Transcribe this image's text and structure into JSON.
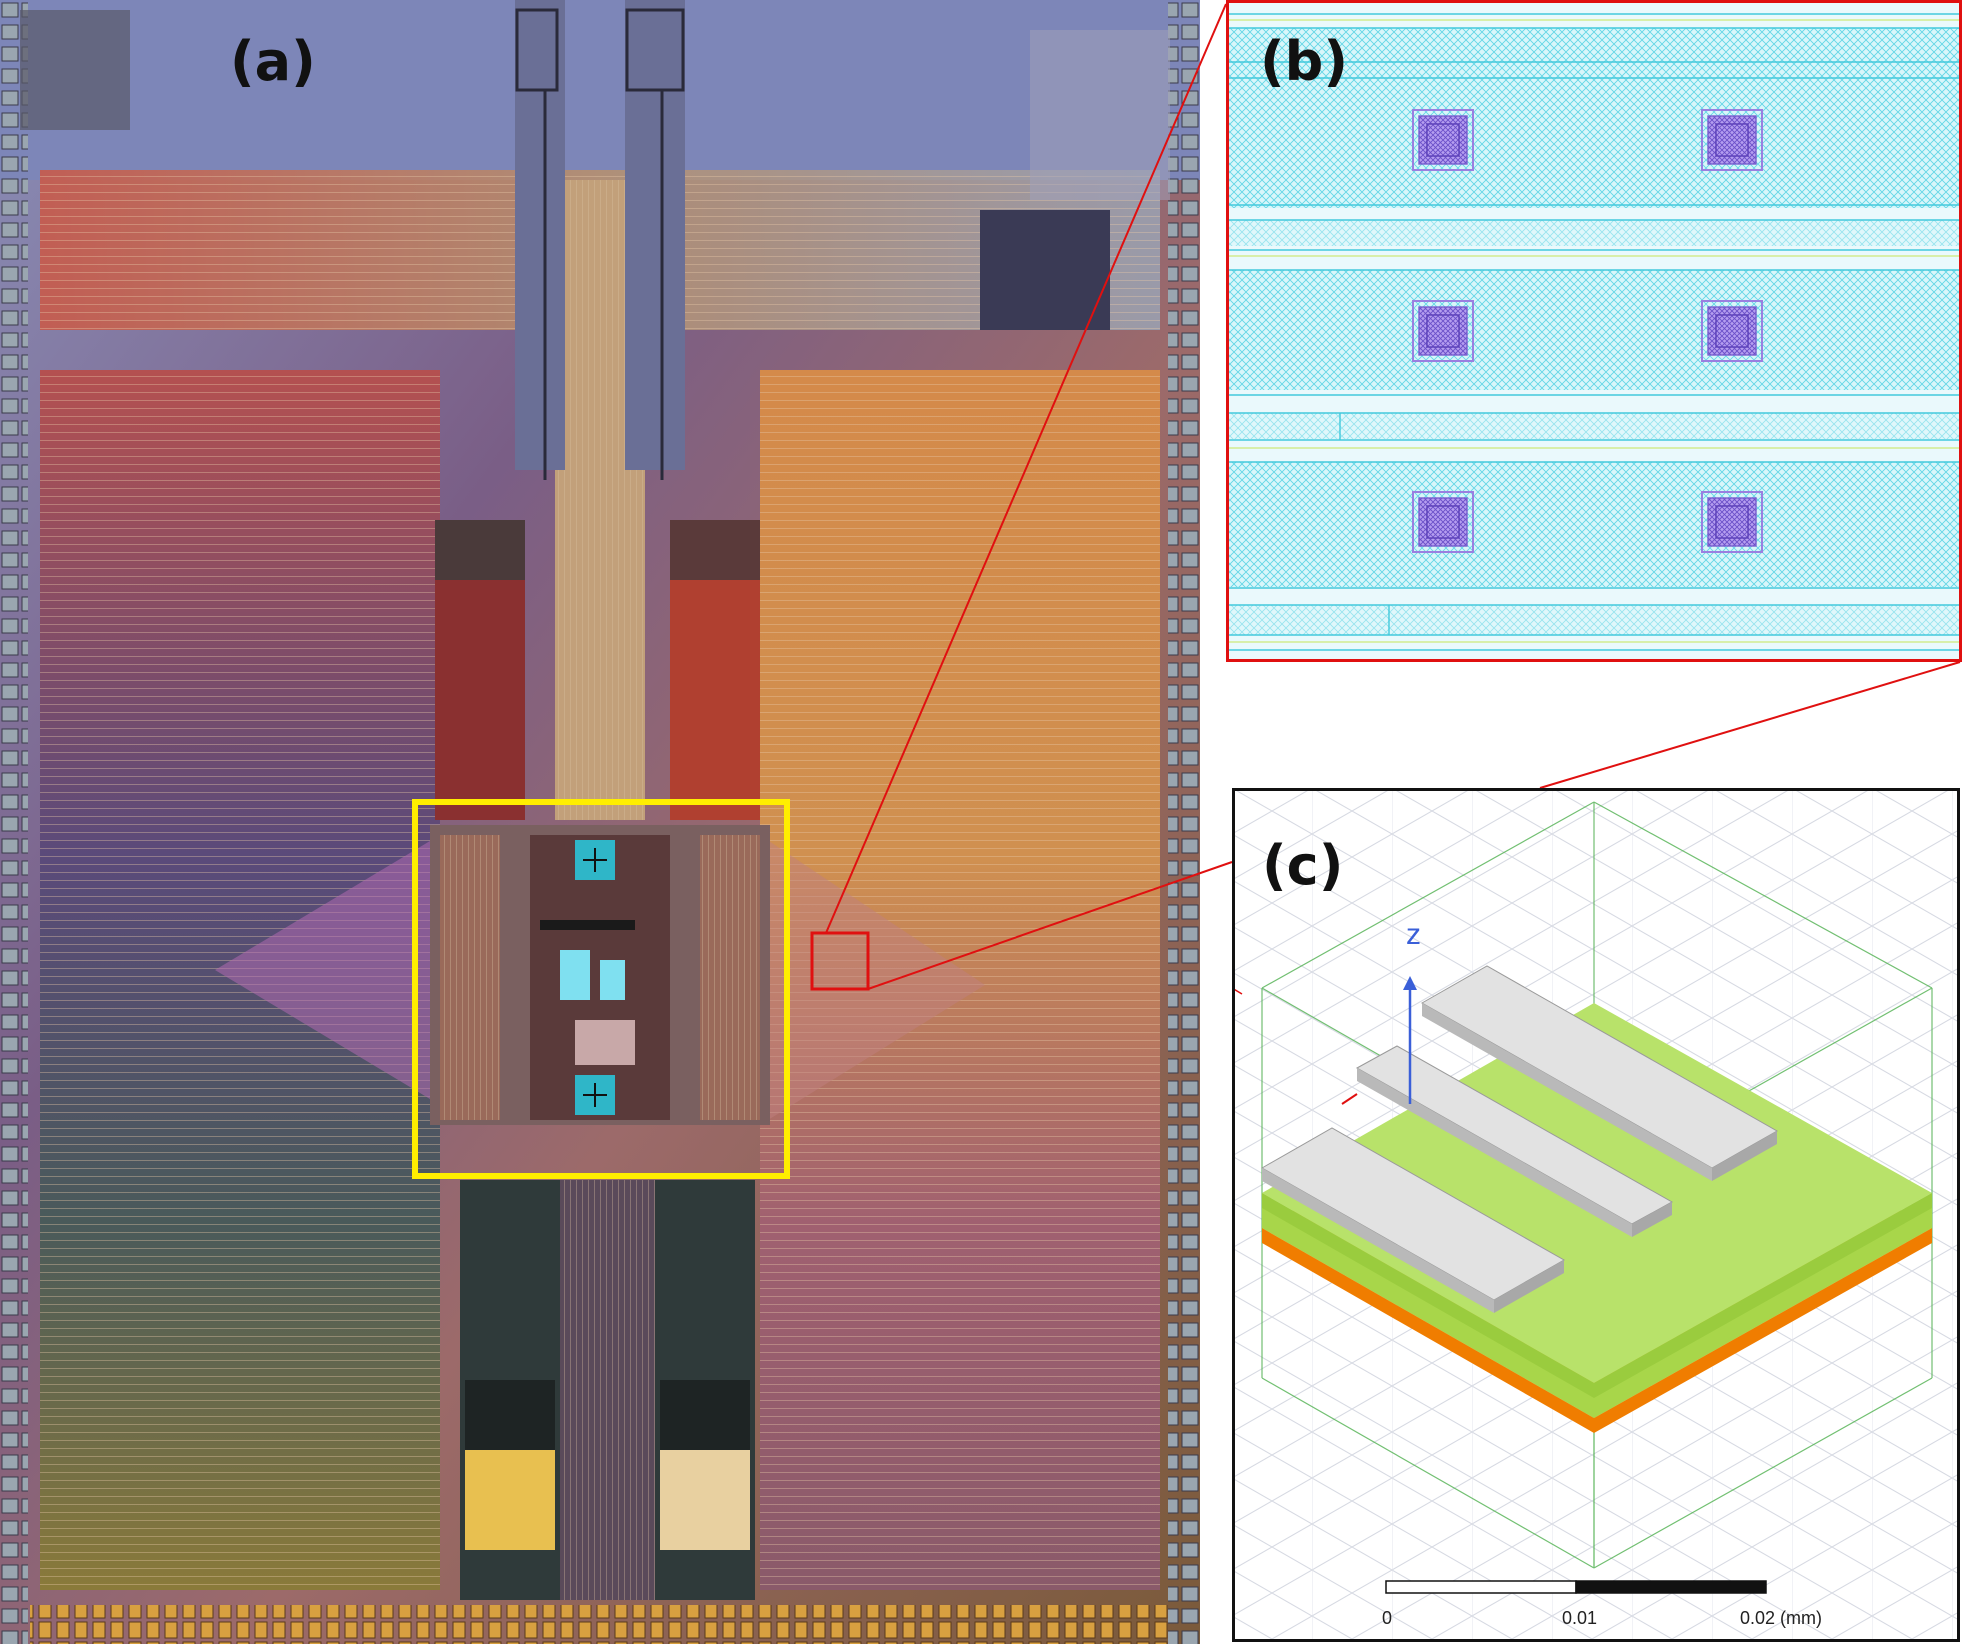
{
  "panels": {
    "a": {
      "label": "(a)"
    },
    "b": {
      "label": "(b)"
    },
    "c": {
      "label": "(c)"
    }
  },
  "panel_c": {
    "axis_label": "z",
    "scalebar": {
      "ticks": [
        "0",
        "0.01",
        "0.02 (mm)"
      ]
    }
  },
  "colors": {
    "highlight_yellow": "#ffee00",
    "zoom_red": "#e01010",
    "layout_cyan": "#7fe6f0",
    "via_purple": "#9a7fe0",
    "metal_grey": "#dcdcdc",
    "dielectric_green": "#a8d64a",
    "substrate_orange": "#f07d00",
    "axis_blue": "#3a5fd8"
  }
}
